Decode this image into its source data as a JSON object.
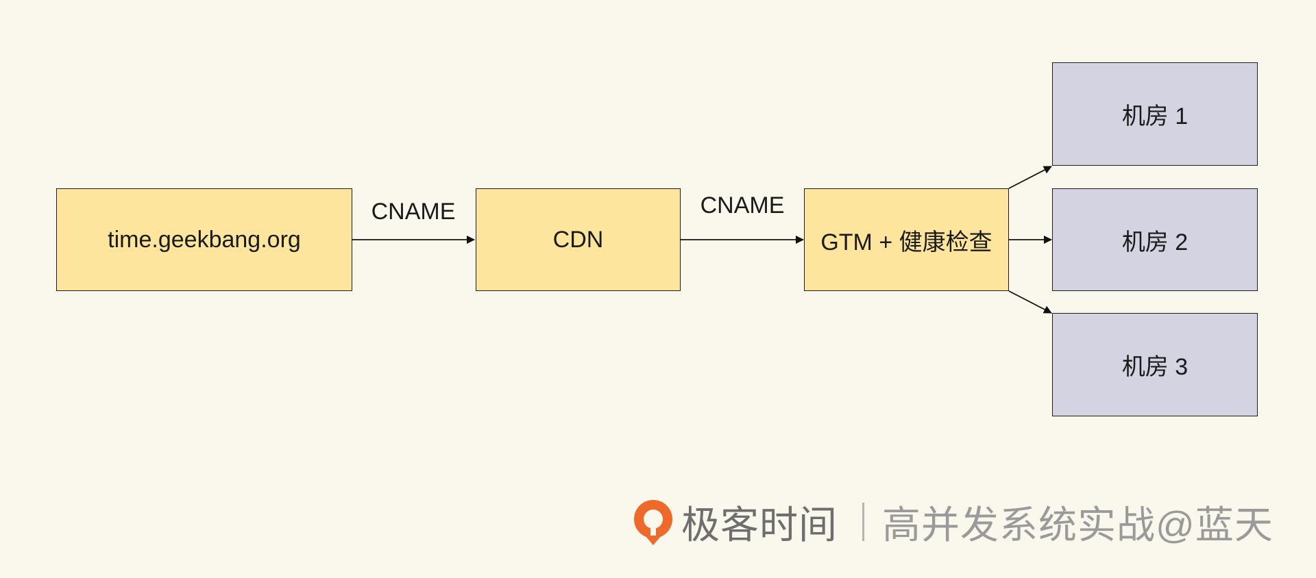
{
  "nodes": {
    "domain": "time.geekbang.org",
    "cdn": "CDN",
    "gtm": "GTM + 健康检查",
    "room1": "机房 1",
    "room2": "机房 2",
    "room3": "机房 3"
  },
  "edges": {
    "domain_to_cdn": "CNAME",
    "cdn_to_gtm": "CNAME"
  },
  "watermark": {
    "brand": "极客时间",
    "course": "高并发系统实战@蓝天"
  },
  "colors": {
    "background": "#faf7ec",
    "yellow_box": "#fde59d",
    "gray_box": "#d4d3e1",
    "logo_orange": "#ee6a2a"
  }
}
